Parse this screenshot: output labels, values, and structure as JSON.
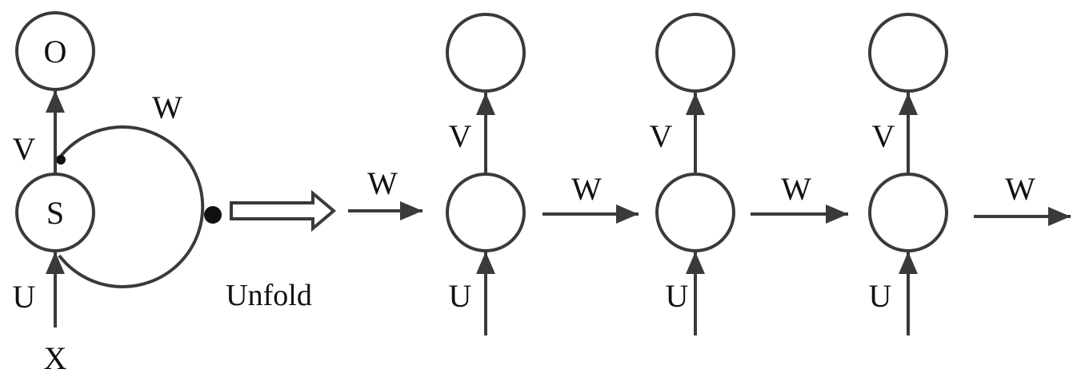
{
  "folded": {
    "output_label": "O",
    "state_label": "S",
    "input_label": "X",
    "edge_v": "V",
    "edge_u": "U",
    "edge_w": "W"
  },
  "unfold_label": "Unfold",
  "unfolded": {
    "incoming_w": "W",
    "steps": [
      {
        "edge_v": "V",
        "edge_u": "U",
        "edge_w": "W"
      },
      {
        "edge_v": "V",
        "edge_u": "U",
        "edge_w": "W"
      },
      {
        "edge_v": "V",
        "edge_u": "U",
        "edge_w": "W"
      }
    ]
  },
  "colors": {
    "stroke": "#3a3a3a",
    "text": "#111111"
  }
}
